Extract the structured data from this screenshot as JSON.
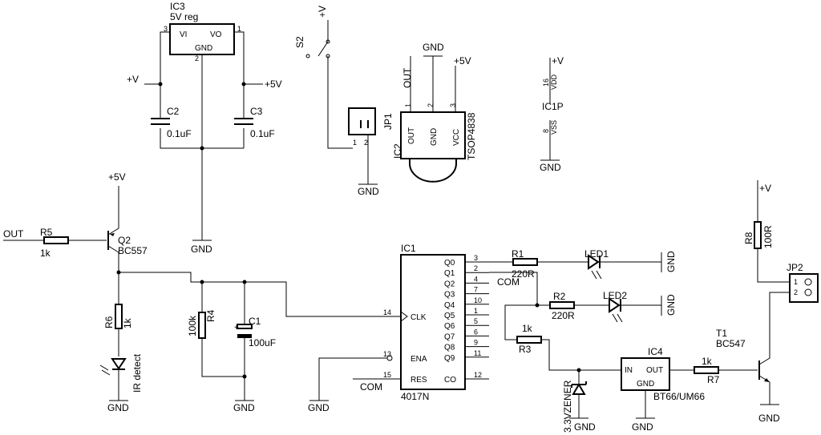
{
  "components": {
    "ic3": {
      "ref": "IC3",
      "value": "5V reg",
      "pin_vi": "VI",
      "pin_vo": "VO",
      "pin_gnd": "GND",
      "pin1": "1",
      "pin2": "2",
      "pin3": "3"
    },
    "c2": {
      "ref": "C2",
      "value": "0.1uF"
    },
    "c3": {
      "ref": "C3",
      "value": "0.1uF"
    },
    "s2": {
      "ref": "S2"
    },
    "jp1": {
      "ref": "JP1",
      "pin1": "1",
      "pin2": "2"
    },
    "ic2": {
      "ref": "IC2",
      "value": "TSOP4838",
      "pin_out": "OUT",
      "pin_gnd": "GND",
      "pin_vcc": "VCC",
      "pin1": "1",
      "pin2": "2",
      "pin3": "3"
    },
    "ic1p": {
      "ref": "IC1P",
      "vdd": "VDD",
      "vss": "VSS",
      "pin16": "16",
      "pin8": "8"
    },
    "q2": {
      "ref": "Q2",
      "value": "BC557"
    },
    "r5": {
      "ref": "R5",
      "value": "1k"
    },
    "r6": {
      "ref": "R6",
      "value": "1k"
    },
    "ir_led": {
      "label": "IR detect"
    },
    "r4": {
      "ref": "R4",
      "value": "100k"
    },
    "c1": {
      "ref": "C1",
      "value": "100uF",
      "polarity": "+"
    },
    "ic1": {
      "ref": "IC1",
      "value": "4017N",
      "left_pins": [
        {
          "name": "CLK",
          "num": "14"
        },
        {
          "name": "ENA",
          "num": "13"
        },
        {
          "name": "RES",
          "num": "15"
        }
      ],
      "right_pins": [
        {
          "name": "Q0",
          "num": "3"
        },
        {
          "name": "Q1",
          "num": "2"
        },
        {
          "name": "Q2",
          "num": "4"
        },
        {
          "name": "Q3",
          "num": "7"
        },
        {
          "name": "Q4",
          "num": "10"
        },
        {
          "name": "Q5",
          "num": "1"
        },
        {
          "name": "Q6",
          "num": "5"
        },
        {
          "name": "Q7",
          "num": "6"
        },
        {
          "name": "Q8",
          "num": "9"
        },
        {
          "name": "Q9",
          "num": "11"
        },
        {
          "name": "CO",
          "num": "12"
        }
      ]
    },
    "r1": {
      "ref": "R1",
      "value": "220R"
    },
    "r2": {
      "ref": "R2",
      "value": "220R"
    },
    "r3": {
      "ref": "R3",
      "value": "1k"
    },
    "led1": {
      "ref": "LED1"
    },
    "led2": {
      "ref": "LED2"
    },
    "zener": {
      "label": "3.3VZENER"
    },
    "ic4": {
      "ref": "IC4",
      "value": "BT66/UM66",
      "pin_in": "IN",
      "pin_out": "OUT",
      "pin_gnd": "GND"
    },
    "r7": {
      "ref": "R7",
      "value": "1k"
    },
    "t1": {
      "ref": "T1",
      "value": "BC547"
    },
    "r8": {
      "ref": "R8",
      "value": "100R"
    },
    "jp2": {
      "ref": "JP2",
      "pin1": "1",
      "pin2": "2"
    }
  },
  "nets": {
    "vplus": "+V",
    "v5": "+5V",
    "gnd": "GND",
    "out": "OUT",
    "com": "COM"
  }
}
